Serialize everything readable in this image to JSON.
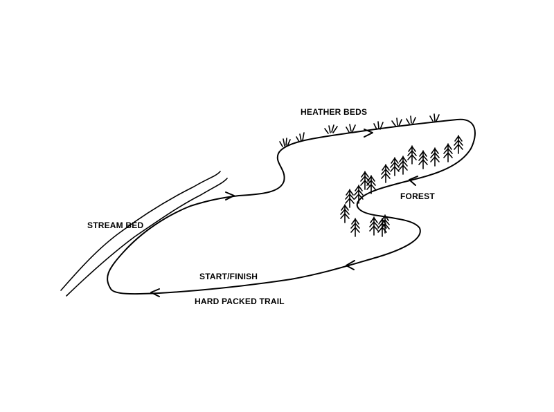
{
  "labels": {
    "heather": "HEATHER BEDS",
    "forest": "FOREST",
    "stream": "STREAM BED",
    "start": "START/FINISH",
    "trail": "HARD PACKED TRAIL"
  },
  "features": {
    "tree_icon": "tree-icon",
    "heather_icon": "heather-tuft-icon",
    "arrow_icon": "direction-arrow-icon"
  },
  "colors": {
    "ink": "#000000",
    "paper": "#ffffff"
  }
}
